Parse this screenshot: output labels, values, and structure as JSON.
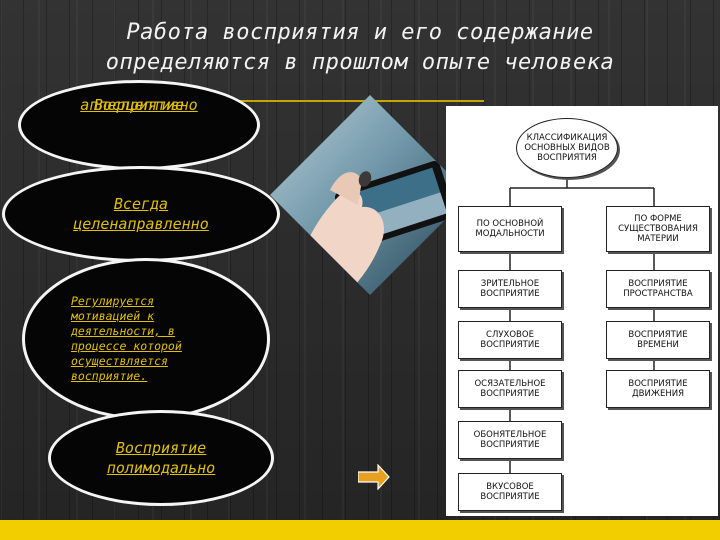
{
  "slide": {
    "title_line1": "Работа восприятия и его содержание",
    "title_line2": "определяются в прошлом опыте человека"
  },
  "ovals": {
    "o1_line1": "Восприятие",
    "o1_line2": "апперцептивно",
    "o2_line1": "Всегда",
    "o2_line2": "целенаправленно",
    "o3_lines": [
      "Регулируется",
      "мотивацией к",
      "деятельности, в",
      "процессе которой",
      "осуществляется",
      "восприятие."
    ],
    "o4_line1": "Восприятие",
    "o4_line2": "полимодально"
  },
  "diagram": {
    "root_lines": [
      "КЛАССИФИКАЦИЯ",
      "ОСНОВНЫХ ВИДОВ",
      "ВОСПРИЯТИЯ"
    ],
    "left_head_lines": [
      "ПО ОСНОВНОЙ",
      "МОДАЛЬНОСТИ"
    ],
    "right_head_lines": [
      "ПО ФОРМЕ",
      "СУЩЕСТВОВАНИЯ",
      "МАТЕРИИ"
    ],
    "left_items": [
      [
        "ЗРИТЕЛЬНОЕ",
        "ВОСПРИЯТИЕ"
      ],
      [
        "СЛУХОВОЕ",
        "ВОСПРИЯТИЕ"
      ],
      [
        "ОСЯЗАТЕЛЬНОЕ",
        "ВОСПРИЯТИЕ"
      ],
      [
        "ОБОНЯТЕЛЬНОЕ",
        "ВОСПРИЯТИЕ"
      ],
      [
        "ВКУСОВОЕ",
        "ВОСПРИЯТИЕ"
      ]
    ],
    "right_items": [
      [
        "ВОСПРИЯТИЕ",
        "ПРОСТРАНСТВА"
      ],
      [
        "ВОСПРИЯТИЕ",
        "ВРЕМЕНИ"
      ],
      [
        "ВОСПРИЯТИЕ",
        "ДВИЖЕНИЯ"
      ]
    ]
  },
  "colors": {
    "accent": "#f2ce00",
    "oval_fill": "#050505",
    "oval_text": "#e0c000",
    "arrow": "#e8a020"
  },
  "icons": {
    "arrow": "right-arrow-icon"
  }
}
